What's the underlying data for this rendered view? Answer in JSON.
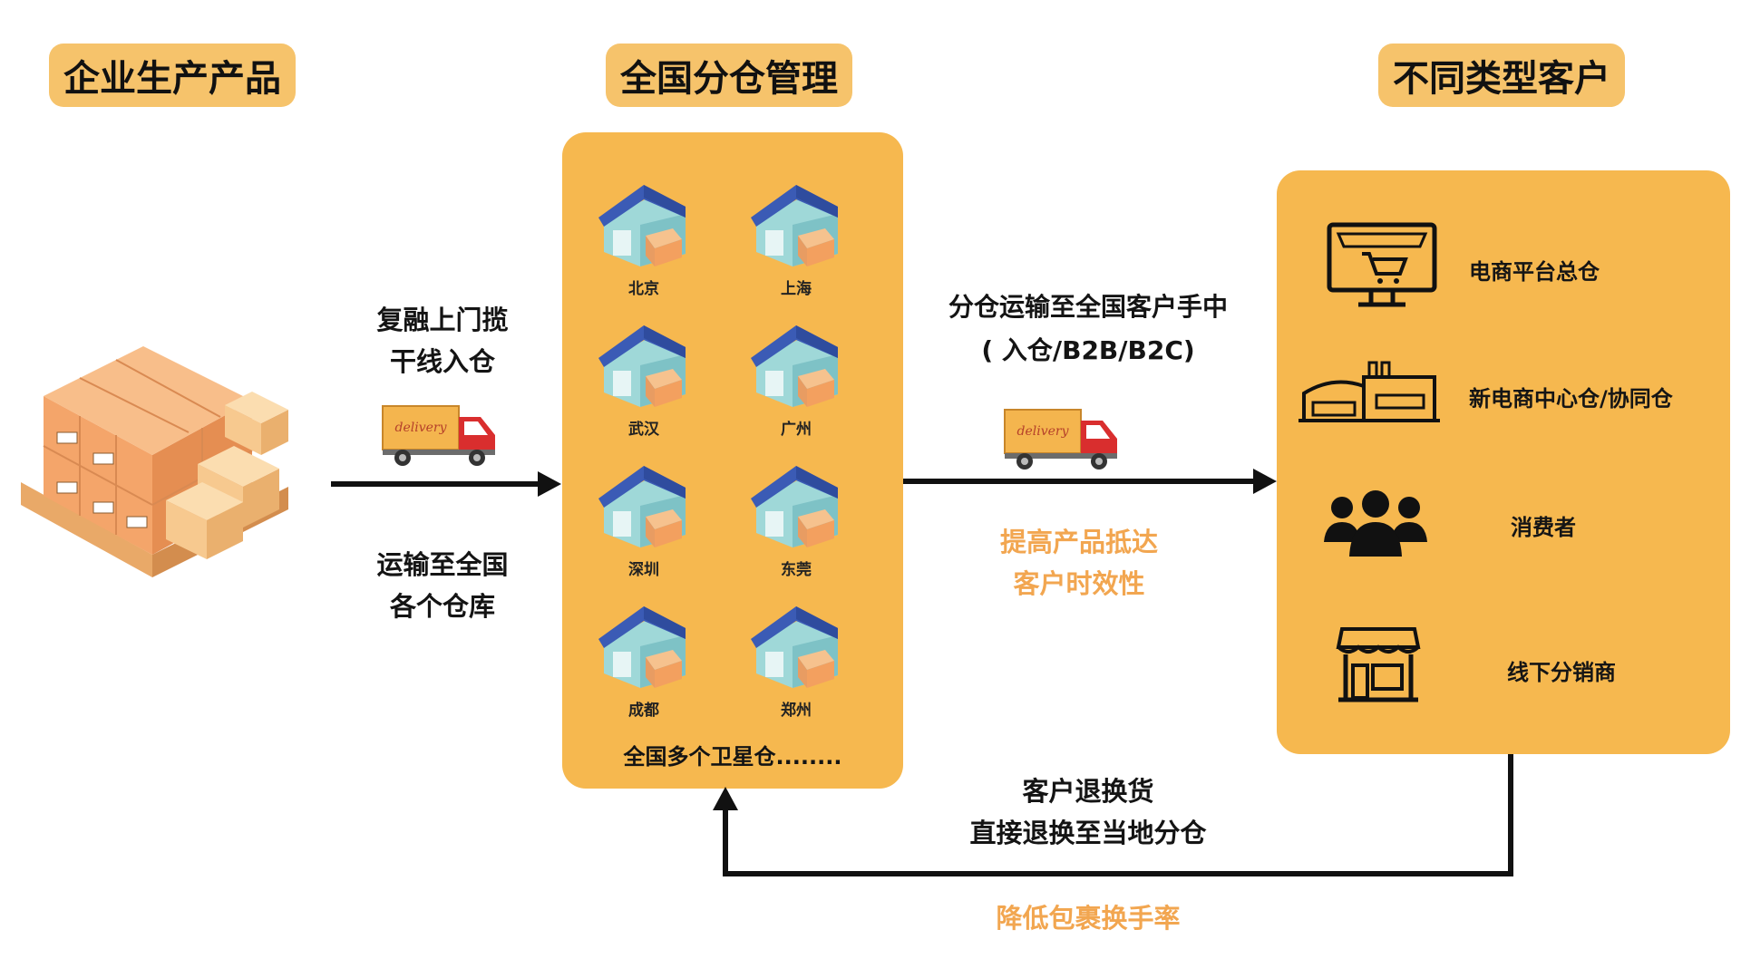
{
  "headers": {
    "left": "企业生产产品",
    "middle": "全国分仓管理",
    "right": "不同类型客户"
  },
  "pickup": {
    "line1": "复融上门揽",
    "line2": "干线入仓",
    "line3": "运输至全国",
    "line4": "各个仓库"
  },
  "warehouses": [
    {
      "city": "北京"
    },
    {
      "city": "上海"
    },
    {
      "city": "武汉"
    },
    {
      "city": "广州"
    },
    {
      "city": "深圳"
    },
    {
      "city": "东莞"
    },
    {
      "city": "成都"
    },
    {
      "city": "郑州"
    }
  ],
  "warehouse_footer": "全国多个卫星仓........",
  "distribution": {
    "line1": "分仓运输至全国客户手中",
    "line2": "( 入仓/B2B/B2C)",
    "benefit1": "提高产品抵达",
    "benefit2": "客户时效性"
  },
  "customers": [
    {
      "label": "电商平台总仓",
      "icon": "ecommerce-store-icon"
    },
    {
      "label": "新电商中心仓/协同仓",
      "icon": "factory-warehouse-icon"
    },
    {
      "label": "消费者",
      "icon": "consumers-group-icon"
    },
    {
      "label": "线下分销商",
      "icon": "shop-storefront-icon"
    }
  ],
  "returns": {
    "line1": "客户退换货",
    "line2": "直接退换至当地分仓",
    "benefit": "降低包裹换手率"
  },
  "truck_label": "delivery",
  "colors": {
    "pill": "#F6C36B",
    "panel": "#F6B84F",
    "benefit_text": "#F2A650",
    "roof": "#3B5BB5",
    "wall": "#9FD8D8",
    "truck_red": "#D92E2E",
    "box": "#F3A05F"
  }
}
